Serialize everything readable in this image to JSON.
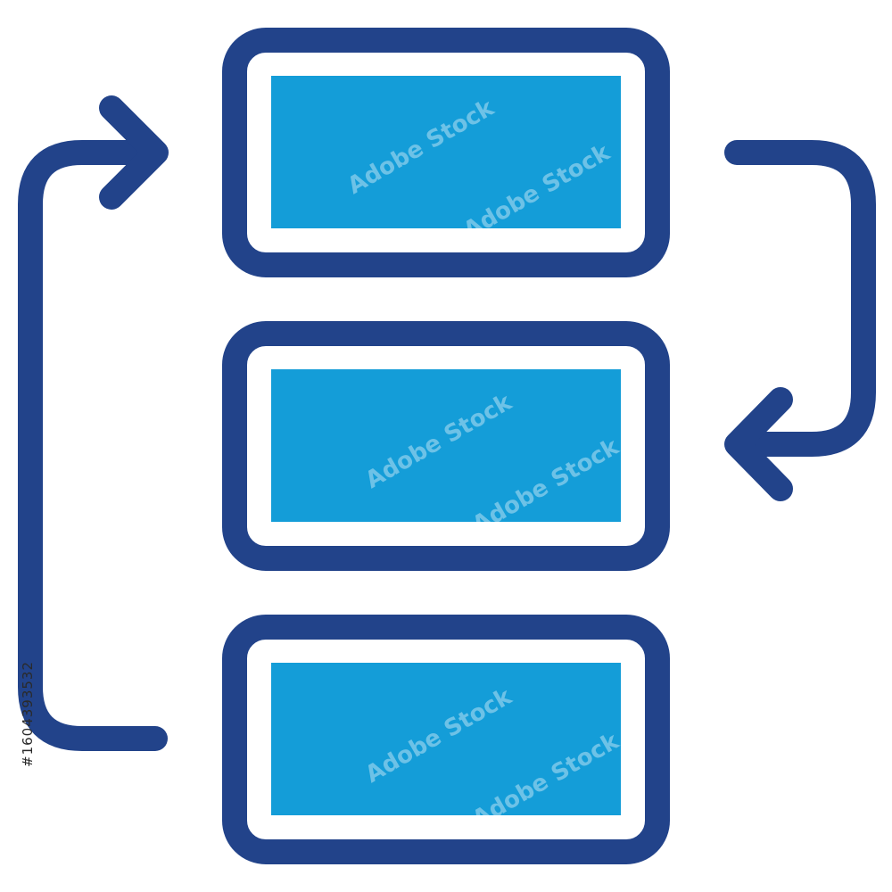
{
  "colors": {
    "outline": "#22438A",
    "fill": "#149DD8",
    "background": "#FFFFFF"
  },
  "diagram": {
    "blocks": [
      {
        "name": "top-block"
      },
      {
        "name": "middle-block"
      },
      {
        "name": "bottom-block"
      }
    ],
    "arrows": [
      {
        "name": "right-arrow",
        "from": "top-block",
        "to": "middle-block",
        "icon": "arrow-left-head"
      },
      {
        "name": "left-arrow",
        "from": "bottom-block",
        "to": "top-block",
        "icon": "arrow-right-head"
      }
    ]
  },
  "stock_id": "#1604393532",
  "watermark_text": "Adobe Stock"
}
